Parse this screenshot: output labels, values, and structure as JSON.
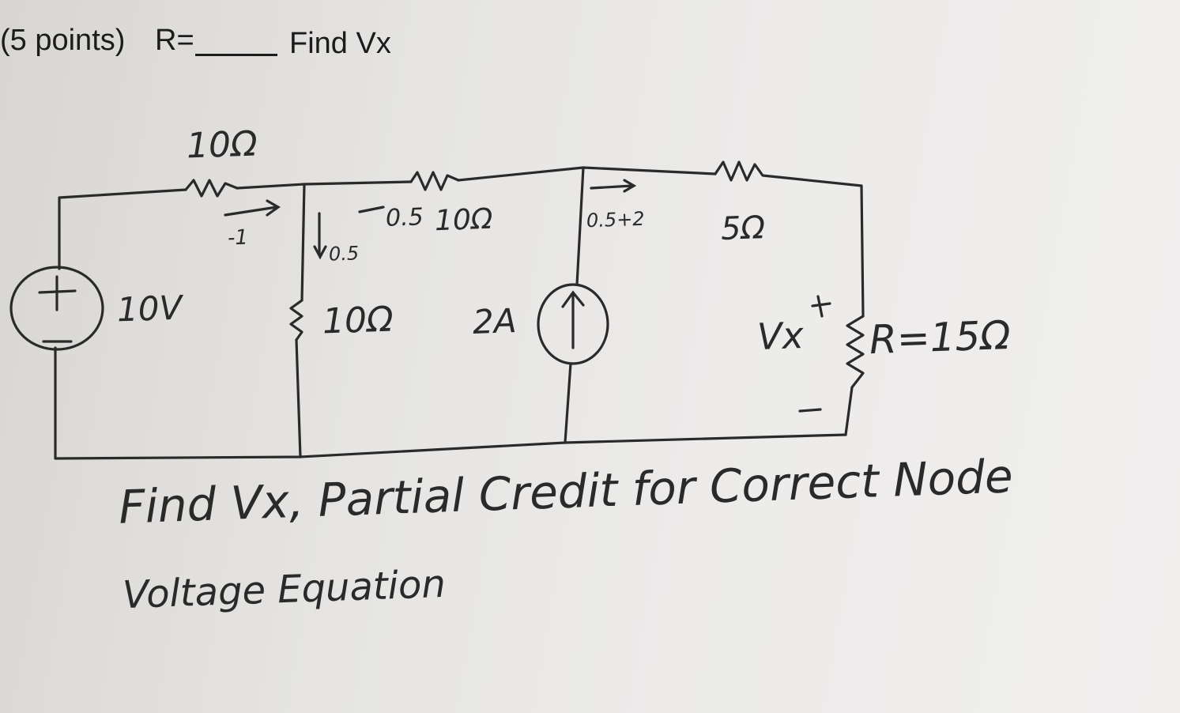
{
  "header": {
    "points": "(5 points)",
    "r_prompt": "R=",
    "find": "Find Vx"
  },
  "circuit": {
    "source_voltage": "10V",
    "r_series": "10Ω",
    "r_shunt": "10Ω",
    "r_middle": "10Ω",
    "r_right": "5Ω",
    "r_load": "R=15Ω",
    "current_source": "2A",
    "vx_label": "Vx",
    "vx_plus": "+",
    "vx_minus": "-",
    "note_minus1": "-1",
    "note_05_down": "0.5",
    "note_05_mid": "0.5",
    "note_05_plus2": "0.5+2"
  },
  "notes": {
    "line1": "Find Vx, Partial Credit for Correct Node",
    "line2": "Voltage Equation"
  },
  "colors": {
    "ink": "#2a2a2a",
    "paper": "#ecebea"
  }
}
